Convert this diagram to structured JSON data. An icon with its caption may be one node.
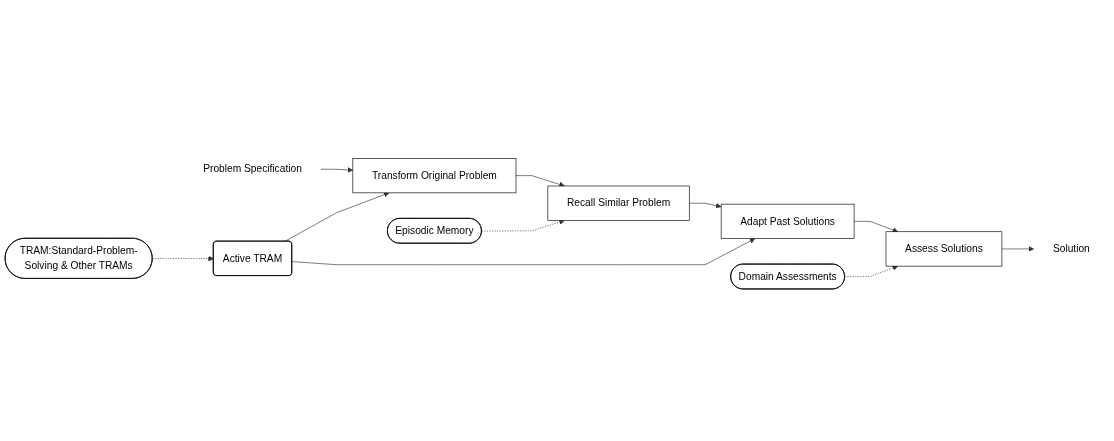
{
  "diagram": {
    "nodes": [
      {
        "text": [
          "Problem Specification"
        ]
      },
      {
        "text": [
          "Transform Original Problem"
        ]
      },
      {
        "text": [
          "Episodic Memory"
        ]
      },
      {
        "text": [
          "Recall Similar Problem"
        ]
      },
      {
        "text": [
          "Adapt Past Solutions"
        ]
      },
      {
        "text": [
          "Domain Assessments"
        ]
      },
      {
        "text": [
          "Assess Solutions"
        ]
      },
      {
        "text": [
          "Solution"
        ]
      },
      {
        "text": [
          "Active TRAM"
        ]
      },
      {
        "text": [
          "TRAM:Standard-Problem-Solving & Other TRAMs"
        ]
      }
    ],
    "edges": [
      {
        "from": 0,
        "to": 1,
        "arrow": "to"
      },
      {
        "from": 1,
        "to": 3,
        "arrow": "to"
      },
      {
        "from": 2,
        "to": 3,
        "arrow": "to",
        "style": "dashed"
      },
      {
        "from": 3,
        "to": 4,
        "arrow": "to"
      },
      {
        "from": 4,
        "to": 6,
        "arrow": "to"
      },
      {
        "from": 5,
        "to": 6,
        "arrow": "to",
        "style": "dashed"
      },
      {
        "from": 6,
        "to": 7,
        "arrow": "to"
      },
      {
        "from": 8,
        "to": 1,
        "arrow": "to"
      },
      {
        "from": 8,
        "to": 4,
        "arrow": "to"
      },
      {
        "from": 9,
        "to": 8,
        "arrow": "to",
        "style": "dashed"
      }
    ]
  }
}
